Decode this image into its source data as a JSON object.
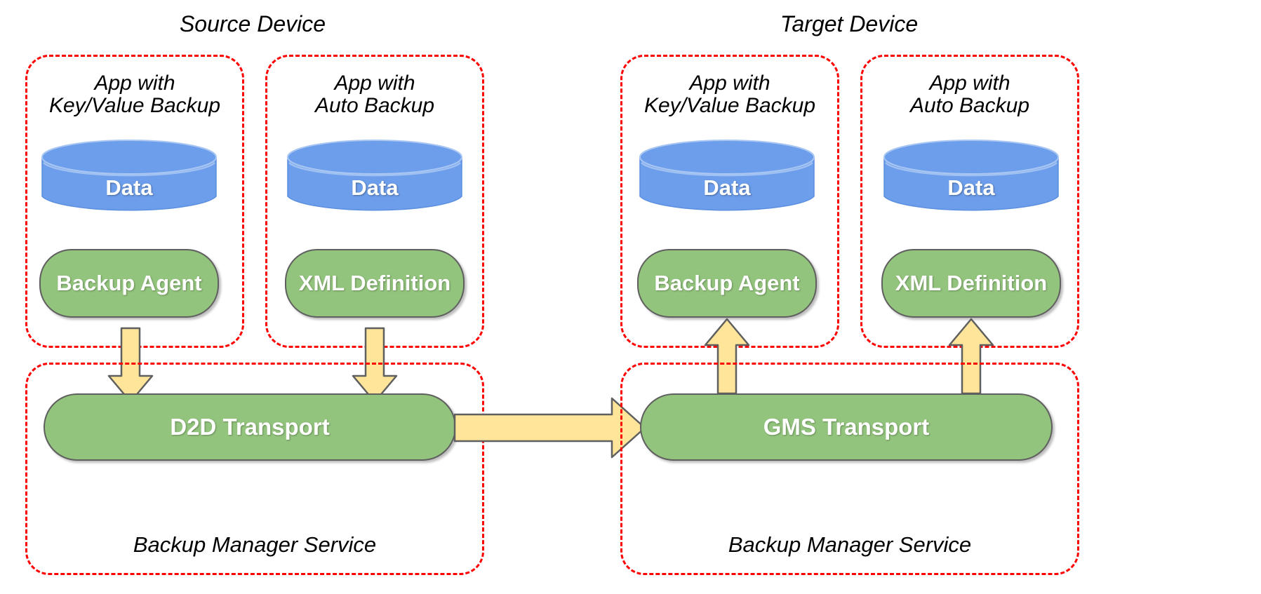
{
  "diagram": {
    "title_left": "Source Device",
    "title_right": "Target Device",
    "colors": {
      "dashed_border": "#ff0000",
      "cylinder_fill": "#6d9eeb",
      "pill_fill": "#93c47d",
      "arrow_fill": "#ffe599",
      "arrow_stroke": "#5f5f5f",
      "text_dark": "#000000",
      "text_light": "#ffffff"
    },
    "devices": [
      {
        "id": "source",
        "title": "Source Device",
        "apps": [
          {
            "id": "source-key-value",
            "label_line1": "App with",
            "label_line2": "Key/Value Backup",
            "data_label": "Data",
            "component_label": "Backup Agent",
            "arrow_direction": "down"
          },
          {
            "id": "source-auto",
            "label_line1": "App with",
            "label_line2": "Auto Backup",
            "data_label": "Data",
            "component_label": "XML Definition",
            "arrow_direction": "down"
          }
        ],
        "service": {
          "transport_label": "D2D Transport",
          "service_label": "Backup Manager Service"
        }
      },
      {
        "id": "target",
        "title": "Target Device",
        "apps": [
          {
            "id": "target-key-value",
            "label_line1": "App with",
            "label_line2": "Key/Value Backup",
            "data_label": "Data",
            "component_label": "Backup Agent",
            "arrow_direction": "up"
          },
          {
            "id": "target-auto",
            "label_line1": "App with",
            "label_line2": "Auto Backup",
            "data_label": "Data",
            "component_label": "XML Definition",
            "arrow_direction": "up"
          }
        ],
        "service": {
          "transport_label": "GMS Transport",
          "service_label": "Backup Manager Service"
        }
      }
    ],
    "transfer_arrow": {
      "id": "d2d-to-gms-arrow",
      "direction": "right",
      "label": ""
    }
  }
}
